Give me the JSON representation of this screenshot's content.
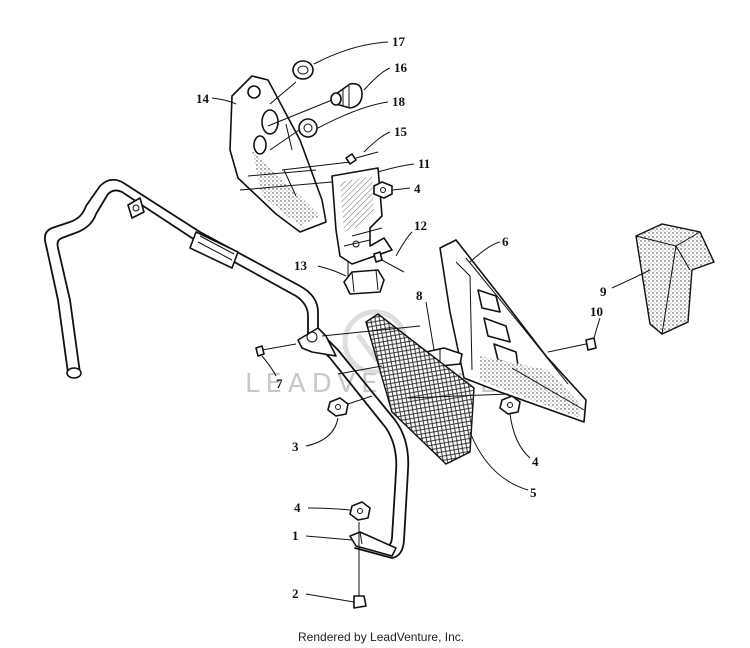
{
  "watermark": "LEADVENTURE",
  "footer": "Rendered by LeadVenture, Inc.",
  "callouts": [
    {
      "id": "1",
      "label": "1"
    },
    {
      "id": "2",
      "label": "2"
    },
    {
      "id": "3",
      "label": "3"
    },
    {
      "id": "4a",
      "label": "4"
    },
    {
      "id": "4b",
      "label": "4"
    },
    {
      "id": "4c",
      "label": "4"
    },
    {
      "id": "5",
      "label": "5"
    },
    {
      "id": "6",
      "label": "6"
    },
    {
      "id": "7",
      "label": "7"
    },
    {
      "id": "8",
      "label": "8"
    },
    {
      "id": "9",
      "label": "9"
    },
    {
      "id": "10",
      "label": "10"
    },
    {
      "id": "11",
      "label": "11"
    },
    {
      "id": "12",
      "label": "12"
    },
    {
      "id": "13",
      "label": "13"
    },
    {
      "id": "14",
      "label": "14"
    },
    {
      "id": "15",
      "label": "15"
    },
    {
      "id": "16",
      "label": "16"
    },
    {
      "id": "17",
      "label": "17"
    },
    {
      "id": "18",
      "label": "18"
    }
  ]
}
